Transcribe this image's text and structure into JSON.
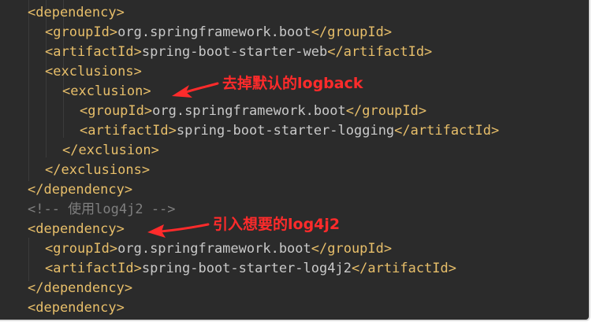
{
  "code": {
    "lines": [
      {
        "open": "<dependency>"
      },
      {
        "open": "<groupId>",
        "text": "org.springframework.boot",
        "close": "</groupId>"
      },
      {
        "open": "<artifactId>",
        "text": "spring-boot-starter-web",
        "close": "</artifactId>"
      },
      {
        "open": "<exclusions>"
      },
      {
        "open": "<exclusion>"
      },
      {
        "open": "<groupId>",
        "text": "org.springframework.boot",
        "close": "</groupId>"
      },
      {
        "open": "<artifactId>",
        "text": "spring-boot-starter-logging",
        "close": "</artifactId>"
      },
      {
        "open": "</exclusion>"
      },
      {
        "open": "</exclusions>"
      },
      {
        "open": "</dependency>"
      },
      {
        "comment": "<!-- 使用log4j2 -->"
      },
      {
        "open": "<dependency>"
      },
      {
        "open": "<groupId>",
        "text": "org.springframework.boot",
        "close": "</groupId>"
      },
      {
        "open": "<artifactId>",
        "text": "spring-boot-starter-log4j2",
        "close": "</artifactId>"
      },
      {
        "open": "</dependency>"
      },
      {
        "open": "<dependency>"
      }
    ]
  },
  "annotations": {
    "remove_default_logback": "去掉默认的logback",
    "import_log4j2": "引入想要的log4j2"
  },
  "colors": {
    "background": "#2b2b2b",
    "tag": "#e8bf6a",
    "text": "#c9c9c9",
    "comment": "#7f7f7f",
    "annotation": "#ff2b2b"
  }
}
